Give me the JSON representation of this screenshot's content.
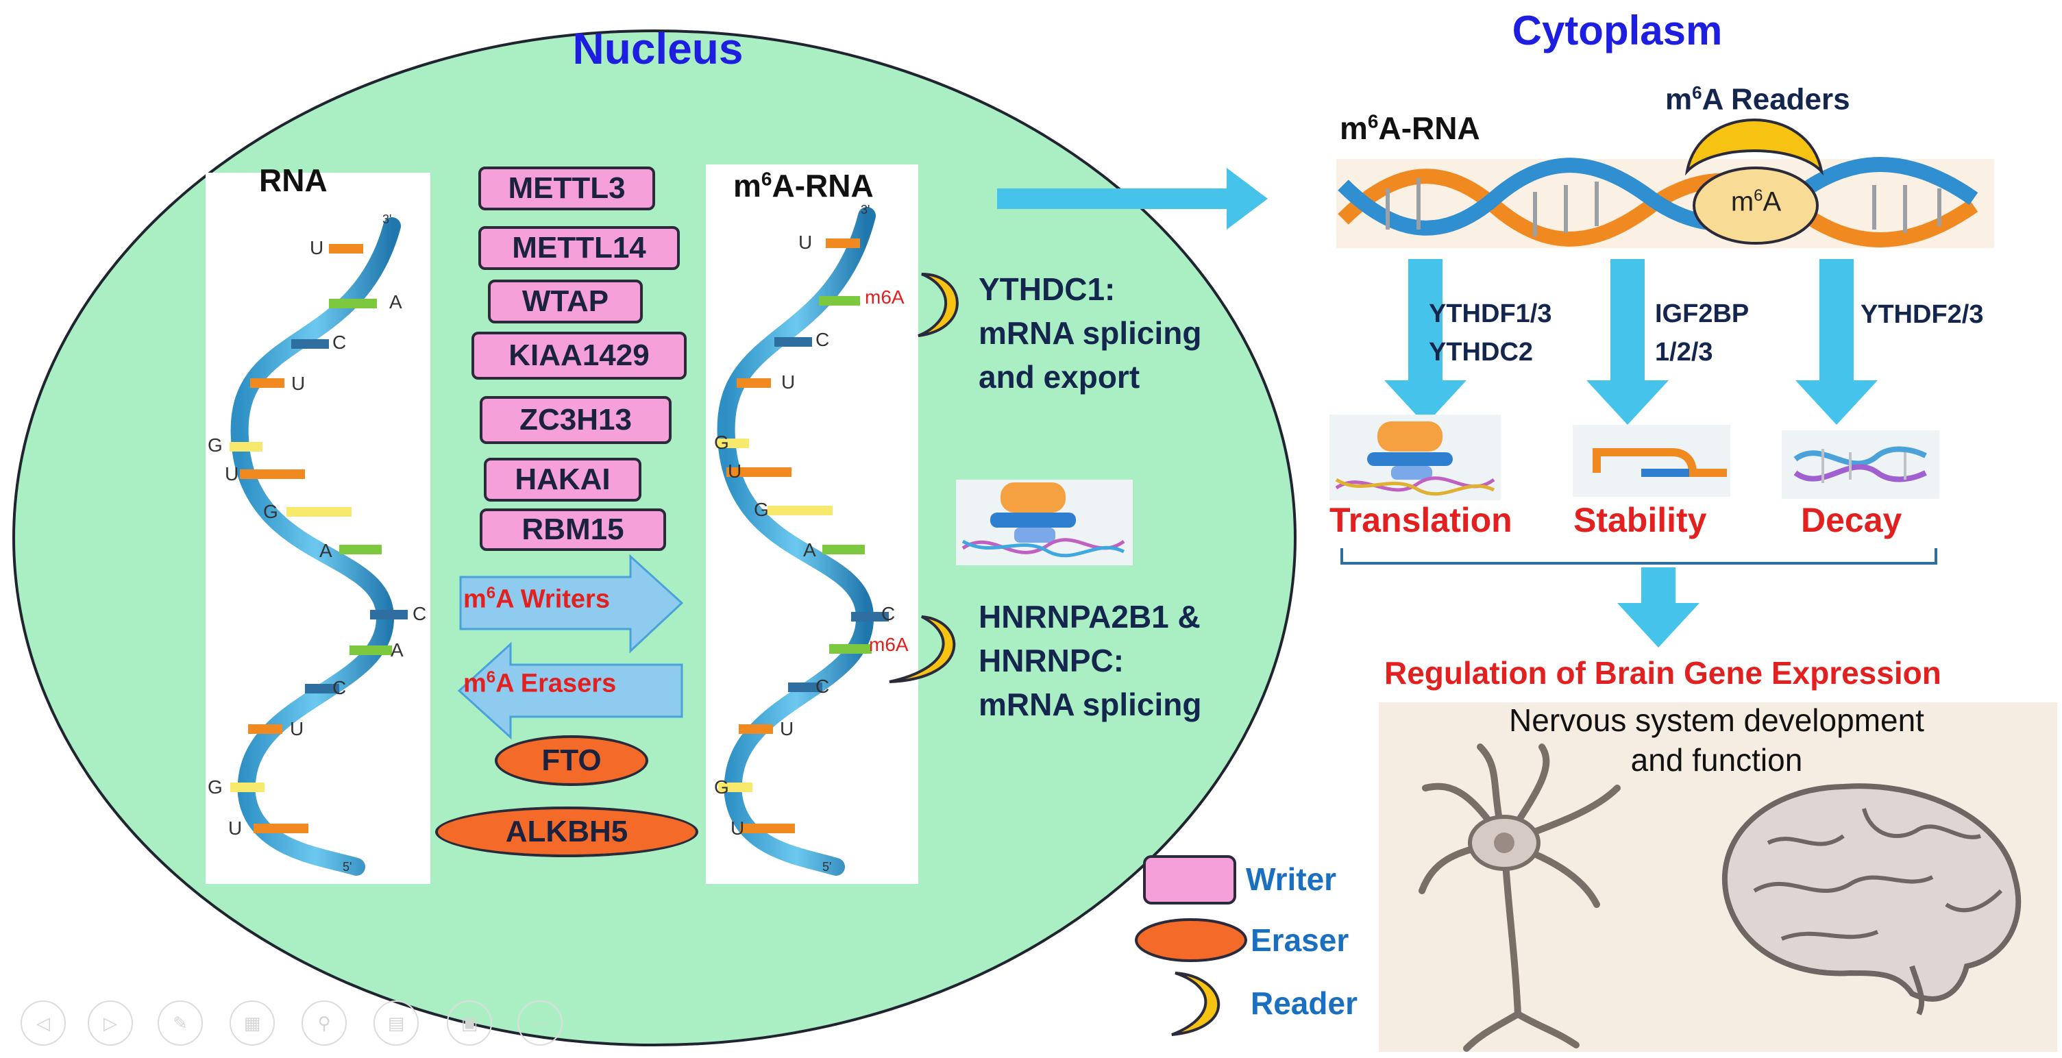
{
  "nucleus": {
    "title": "Nucleus",
    "rna_label": "RNA",
    "m6a_rna_label": "m6A-RNA",
    "m6a_rna_label_pre": "m",
    "m6a_rna_label_sup": "6",
    "m6a_rna_label_post": "A-RNA",
    "strand_ends": {
      "top": "3'",
      "bottom": "5'"
    },
    "rna_bases": [
      "U",
      "A",
      "C",
      "U",
      "G",
      "U",
      "G",
      "A",
      "C",
      "A",
      "C",
      "U",
      "G",
      "U"
    ],
    "m6a_bases": [
      "U",
      "m6A",
      "C",
      "U",
      "G",
      "U",
      "G",
      "A",
      "C",
      "m6A",
      "C",
      "U",
      "G",
      "U"
    ],
    "writers": [
      "METTL3",
      "METTL14",
      "WTAP",
      "KIAA1429",
      "ZC3H13",
      "HAKAI",
      "RBM15"
    ],
    "writers_arrow": {
      "pre": "m",
      "sup": "6",
      "post": "A Writers"
    },
    "erasers_arrow": {
      "pre": "m",
      "sup": "6",
      "post": "A Erasers"
    },
    "erasers": [
      "FTO",
      "ALKBH5"
    ],
    "reader1": {
      "line1": "YTHDC1:",
      "line2": "mRNA splicing",
      "line3": "and export"
    },
    "reader2": {
      "line1": "HNRNPA2B1 &",
      "line2": "HNRNPC:",
      "line3": "mRNA splicing"
    }
  },
  "cytoplasm": {
    "title": "Cytoplasm",
    "m6a_rna": {
      "pre": "m",
      "sup": "6",
      "post": "A-RNA"
    },
    "readers": {
      "pre": "m",
      "sup": "6",
      "post": "A Readers"
    },
    "badge": {
      "pre": "m",
      "sup": "6",
      "post": "A"
    },
    "pathways": [
      {
        "readers": [
          "YTHDF1/3",
          "YTHDC2"
        ],
        "outcome": "Translation"
      },
      {
        "readers": [
          "IGF2BP",
          "1/2/3"
        ],
        "outcome": "Stability"
      },
      {
        "readers": [
          "YTHDF2/3"
        ],
        "outcome": "Decay"
      }
    ],
    "regulation": "Regulation of Brain Gene Expression",
    "nervous_line1": "Nervous system development",
    "nervous_line2": "and function"
  },
  "legend": {
    "writer": "Writer",
    "eraser": "Eraser",
    "reader": "Reader"
  },
  "colors": {
    "nucleus_fill": "#aaeec3",
    "title_blue": "#1e1ee0",
    "writer_pink": "#f6a0da",
    "eraser_orange": "#f46a28",
    "reader_yellow": "#f7c313",
    "arrow_blue": "#45c3ea",
    "outcome_red": "#e32020",
    "legend_blue": "#1a6fc0"
  },
  "controls": [
    "previous-icon",
    "next-icon",
    "pen-icon",
    "slides-icon",
    "zoom-icon",
    "subtitles-icon",
    "camera-icon",
    "more-icon"
  ]
}
